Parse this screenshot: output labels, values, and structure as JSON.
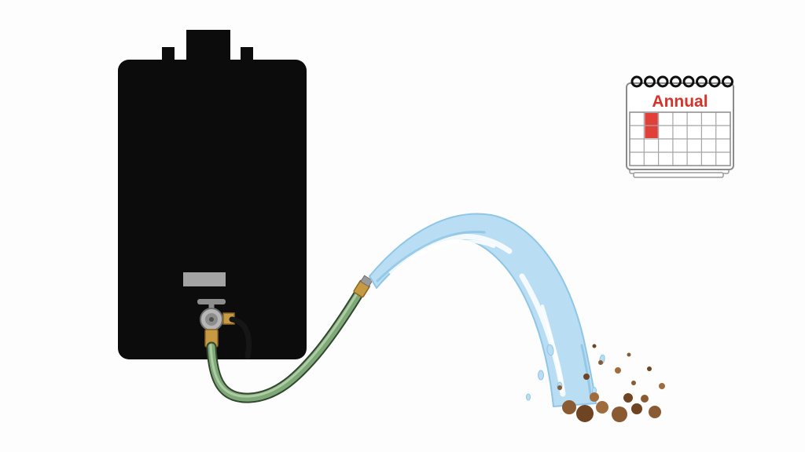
{
  "illustration": {
    "scene_alt": "Tankless water heater flushed through a garden hose; water arcs out carrying sediment; annual maintenance calendar",
    "calendar": {
      "label": "Annual",
      "highlighted_cells": 2,
      "grid": {
        "rows": 4,
        "cols": 7
      },
      "ring_count": 8
    },
    "colors": {
      "background": "#fdfdfd",
      "heater_body": "#0c0c0c",
      "panel": "#a3a3a3",
      "hose": "#7fa878",
      "hose_dark": "#31482f",
      "hose_light": "#b9d4ae",
      "brass": "#c59a43",
      "water": "#b9ddf3",
      "water_edge": "#8fc6e6",
      "sediment": "#8a5a33",
      "sediment_dark": "#6f4422",
      "sediment_light": "#a06c3d",
      "calendar_label": "#d5342b",
      "calendar_highlight": "#e04038"
    }
  }
}
